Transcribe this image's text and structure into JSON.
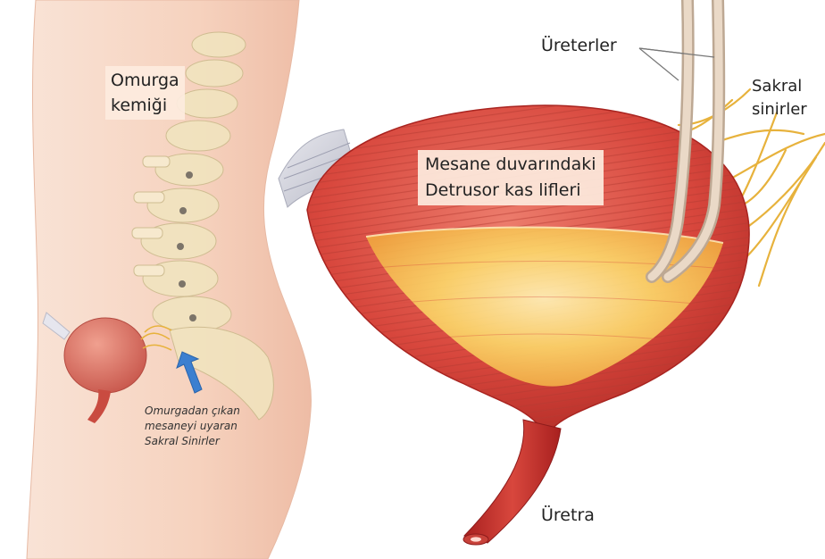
{
  "labels": {
    "omurga_line1": "Omurga",
    "omurga_line2": "kemiği",
    "mesane_line1": "Mesane duvarındaki",
    "mesane_line2": "Detrusor kas lifleri",
    "ureterler": "Üreterler",
    "sakral_line1": "Sakral",
    "sakral_line2": "sinirler",
    "uretra": "Üretra",
    "nerves_line1": "Omurgadan çıkan",
    "nerves_line2": "mesaneyi uyaran",
    "nerves_line3": "Sakral Sinirler"
  },
  "colors": {
    "skin": "#f6d3c0",
    "muscle": "#d8473d",
    "urine": "#f7c24a",
    "nerve": "#e7b23c",
    "bone": "#efe2b8",
    "arrow": "#3b7fd0"
  }
}
